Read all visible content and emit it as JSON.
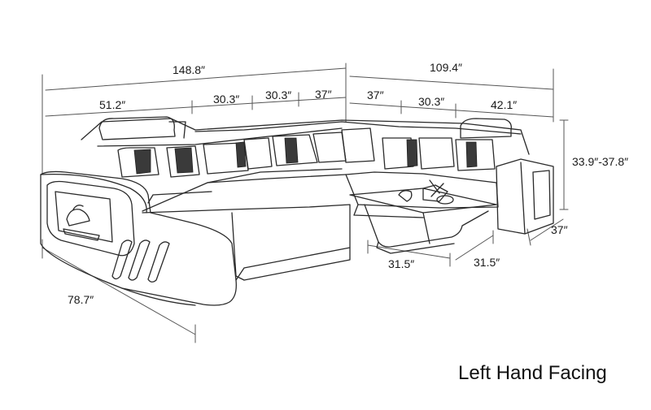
{
  "dimensions": {
    "total_width": "148.8″",
    "right_width": "109.4″",
    "seg_a": "51.2″",
    "seg_b": "30.3″",
    "seg_c": "30.3″",
    "seg_d": "37″",
    "seg_e": "37″",
    "seg_f": "30.3″",
    "seg_g": "42.1″",
    "height": "33.9″-37.8″",
    "depth_right": "37″",
    "chaise_length": "78.7″",
    "table_w": "31.5″",
    "table_d": "31.5″"
  },
  "caption": "Left Hand Facing"
}
